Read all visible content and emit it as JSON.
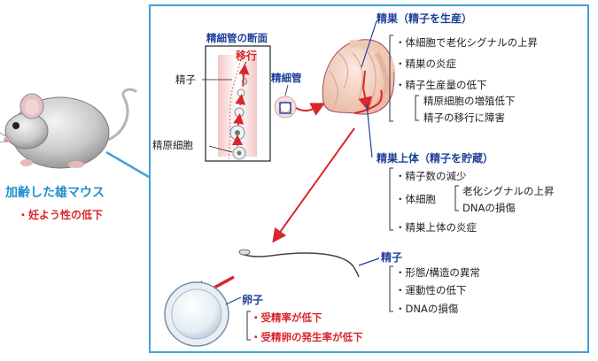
{
  "mouse": {
    "title": "加齢した雄マウス",
    "point": "妊よう性の低下"
  },
  "tubule": {
    "title": "精細管の断面",
    "migration": "移行",
    "sperm_label": "精子",
    "spermatogonia_label": "精原細胞"
  },
  "tubule_label": "精細管",
  "testis": {
    "title": "精巣（精子を生産）",
    "items": [
      "体細胞で老化シグナルの上昇",
      "精巣の炎症",
      "精子生産量の低下"
    ],
    "sub_items": [
      "精原細胞の増殖低下",
      "精子の移行に障害"
    ]
  },
  "epididymis": {
    "title": "精巣上体（精子を貯蔵）",
    "item1": "精子数の減少",
    "somatic_label": "体細胞",
    "somatic_sub": [
      "老化シグナルの上昇",
      "DNAの損傷"
    ],
    "item3": "精巣上体の炎症"
  },
  "sperm": {
    "title": "精子",
    "items": [
      "形態/構造の異常",
      "運動性の低下",
      "DNAの損傷"
    ]
  },
  "egg": {
    "title": "卵子",
    "items": [
      "受精率が低下",
      "受精卵の発生率が低下"
    ]
  },
  "colors": {
    "panel_border": "#3fa2d8",
    "accent_red": "#d9262c",
    "accent_blue": "#1f3f99"
  }
}
